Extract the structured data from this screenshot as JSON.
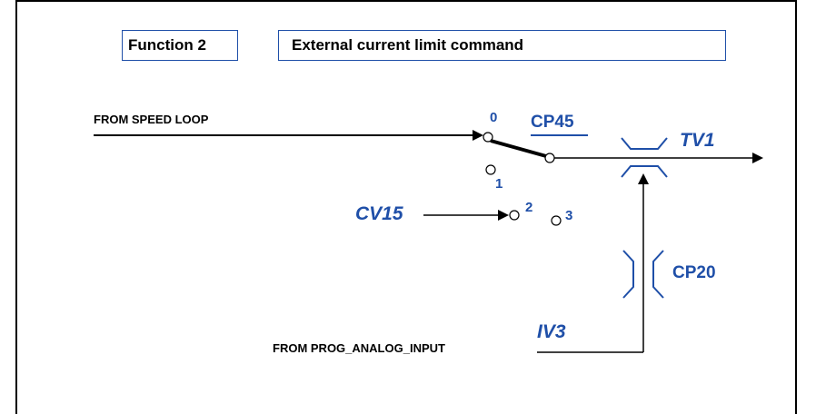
{
  "header": {
    "function_label": "Function 2",
    "title": "External current limit command"
  },
  "inputs": {
    "speed_loop": "FROM SPEED LOOP",
    "analog_input": "FROM PROG_ANALOG_INPUT"
  },
  "signals": {
    "cp45": "CP45",
    "tv1": "TV1",
    "cv15": "CV15",
    "cp20": "CP20",
    "iv3": "IV3"
  },
  "switch_positions": [
    "0",
    "1",
    "2",
    "3"
  ],
  "colors": {
    "accent": "#1f4fa8",
    "line": "#000000"
  }
}
